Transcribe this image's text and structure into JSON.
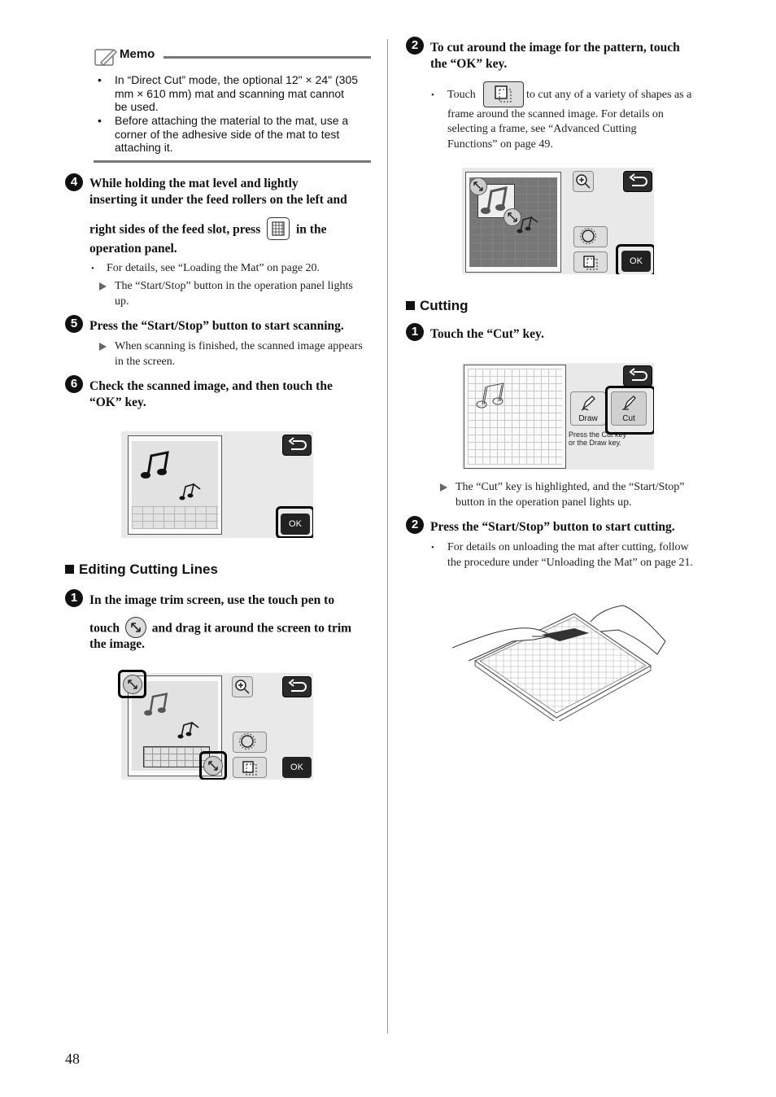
{
  "memo": {
    "title": "Memo",
    "items": [
      "In “Direct Cut” mode, the optional 12\" × 24\" (305 mm × 610 mm) mat and scanning mat cannot be used.",
      "Before attaching the material to the mat, use a corner of the adhesive side of the mat to test attaching it."
    ]
  },
  "step4": {
    "num": "4",
    "line1": "While holding the mat level and lightly",
    "line2": "inserting it under the feed rollers on the left and",
    "line3a": "right sides of the feed slot, press",
    "line3b": "in the",
    "line4": "operation panel.",
    "bullet": "For details, see “Loading the Mat” on page 20.",
    "result": "The “Start/Stop” button in the operation panel lights up."
  },
  "step5": {
    "num": "5",
    "title": "Press the “Start/Stop” button to start scanning.",
    "result": "When scanning is finished, the scanned image appears in the screen."
  },
  "step6": {
    "num": "6",
    "line1": "Check the scanned image, and then touch the",
    "line2": "“OK” key."
  },
  "ok_label": "OK",
  "editing": {
    "title": "Editing Cutting Lines",
    "step1": {
      "num": "1",
      "line1": "In the image trim screen, use the touch pen to",
      "line2a": "touch",
      "line2b": "and drag it around the screen to trim",
      "line3": "the image."
    }
  },
  "right_step2": {
    "num": "2",
    "line1": "To cut around the image for the pattern, touch",
    "line2": "the “OK” key.",
    "bullet_a": "Touch",
    "bullet_b": "to cut any of a variety of shapes as a",
    "bullet_c": "frame around the scanned image. For details on",
    "bullet_d": "selecting a frame, see “Advanced Cutting",
    "bullet_e": "Functions” on page 49."
  },
  "cutting": {
    "title": "Cutting",
    "step1": {
      "num": "1",
      "title": "Touch the “Cut” key.",
      "result": "The “Cut” key is highlighted, and the “Start/Stop” button in the operation panel lights up."
    },
    "step2": {
      "num": "2",
      "title": "Press the “Start/Stop” button to start cutting.",
      "bullet": "For details on unloading the mat after cutting, follow the procedure under “Unloading the Mat” on page 21."
    },
    "draw_label": "Draw",
    "cut_label": "Cut",
    "hint1": "Press the Cut key",
    "hint2": "or the Draw key."
  },
  "page_number": "48"
}
